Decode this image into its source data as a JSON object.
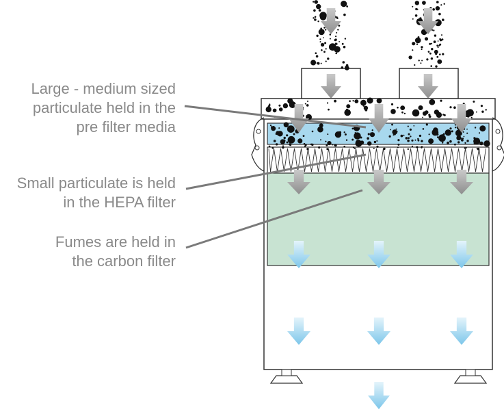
{
  "labels": {
    "pre_filter": [
      "Large - medium sized",
      "particulate held in the",
      "pre filter media"
    ],
    "hepa_filter": [
      "Small particulate is held",
      "in the HEPA filter"
    ],
    "carbon_filter": [
      "Fumes are held in",
      "the carbon filter"
    ]
  },
  "colors": {
    "pre_filter_fill": "#a8d8ee",
    "carbon_filter_fill": "#c8e3d2",
    "outline": "#333333",
    "leader_line": "#7a7a7a",
    "grey_arrow": "#a9a9a9",
    "blue_arrow": "#8fd0ee",
    "particle": "#111111"
  },
  "icons": {
    "particulate_arrow": "grey-down-arrow-icon",
    "clean_air_arrow": "blue-down-arrow-icon",
    "particle": "particle-dot-icon"
  }
}
